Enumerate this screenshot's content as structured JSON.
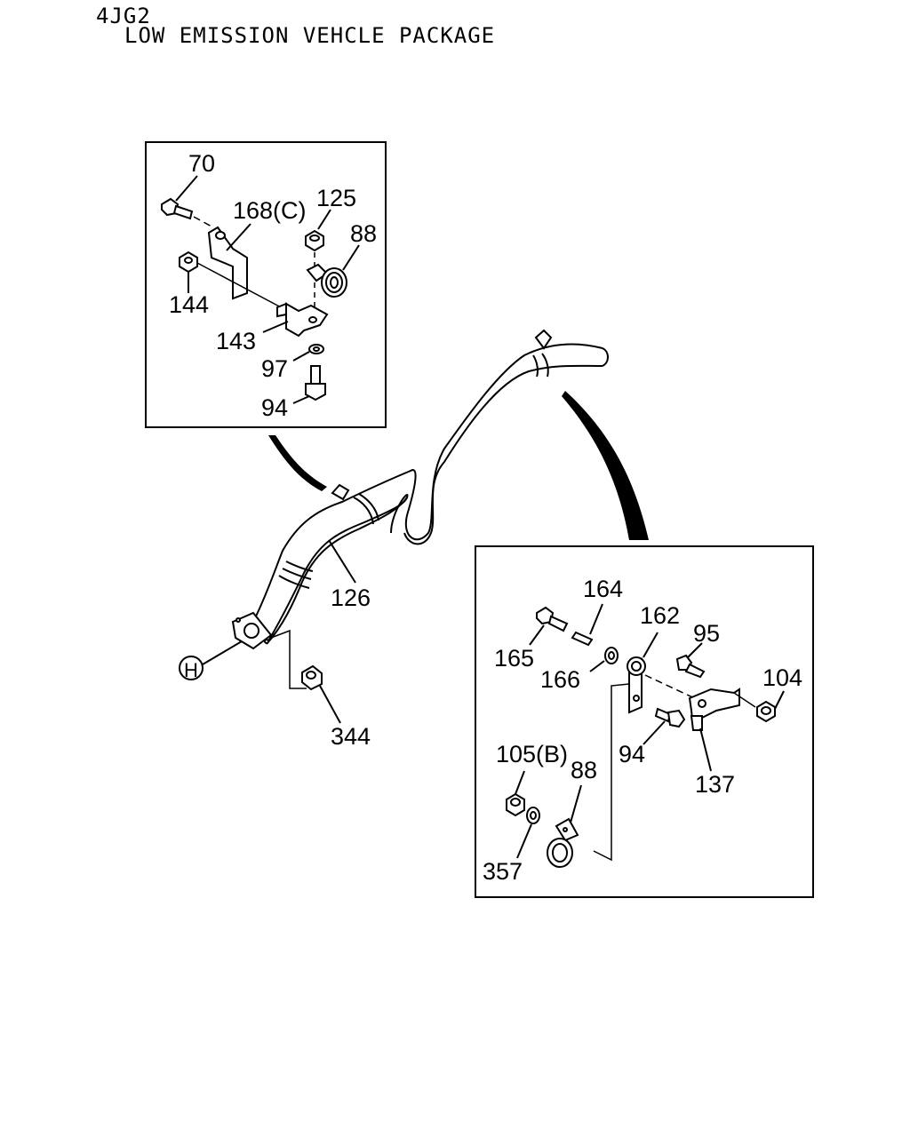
{
  "header": {
    "code": "4JG2",
    "title": "LOW EMISSION VEHCLE PACKAGE"
  },
  "labels": {
    "l70": "70",
    "l168c": "168(C)",
    "l125": "125",
    "l88a": "88",
    "l144": "144",
    "l143": "143",
    "l97": "97",
    "l94a": "94",
    "l126": "126",
    "l344": "344",
    "lH": "H",
    "l164": "164",
    "l162": "162",
    "l95": "95",
    "l165": "165",
    "l166": "166",
    "l104": "104",
    "l94b": "94",
    "l137": "137",
    "l105b": "105(B)",
    "l88b": "88",
    "l357": "357"
  }
}
